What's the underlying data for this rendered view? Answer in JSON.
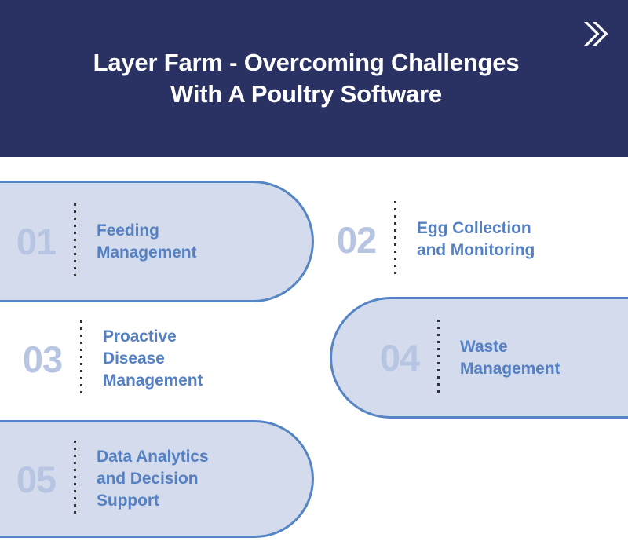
{
  "header": {
    "title": "Layer Farm - Overcoming Challenges\nWith A Poultry Software",
    "background_color": "#2a3163",
    "title_color": "#ffffff",
    "icon": "double-chevron-right-icon"
  },
  "theme": {
    "page_background": "#ffffff",
    "card_fill": "#d4dbec",
    "card_border": "#5585c5",
    "number_color": "#b7c4e2",
    "label_color": "#5580c2",
    "divider_color": "#30302f"
  },
  "items": [
    {
      "number": "01",
      "label": "Feeding\nManagement",
      "style": "filled-left",
      "side": "left"
    },
    {
      "number": "02",
      "label": "Egg Collection\nand Monitoring",
      "style": "plain",
      "side": "right"
    },
    {
      "number": "03",
      "label": "Proactive\nDisease\nManagement",
      "style": "plain",
      "side": "left"
    },
    {
      "number": "04",
      "label": "Waste\nManagement",
      "style": "filled-right",
      "side": "right"
    },
    {
      "number": "05",
      "label": "Data Analytics\nand Decision\nSupport",
      "style": "filled-left",
      "side": "left"
    }
  ]
}
